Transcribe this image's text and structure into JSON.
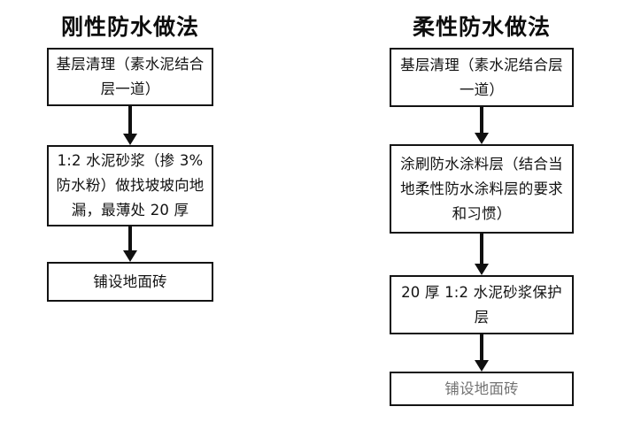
{
  "diagram": {
    "type": "flowchart",
    "background_color": "#ffffff",
    "line_color": "#101010",
    "text_color": "#121212",
    "columns": [
      {
        "id": "rigid",
        "title": "刚性防水做法",
        "steps": [
          {
            "id": "l1",
            "text": "基层清理（素水泥结合层一道）"
          },
          {
            "id": "l2",
            "text": "1:2 水泥砂浆（掺 3% 防水粉）做找坡坡向地漏，最薄处 20 厚"
          },
          {
            "id": "l3",
            "text": "铺设地面砖"
          }
        ],
        "connectors": [
          {
            "id": "arrow-l1",
            "from": "l1",
            "to": "l2",
            "direction": "down"
          },
          {
            "id": "arrow-l2",
            "from": "l2",
            "to": "l3",
            "direction": "down"
          }
        ]
      },
      {
        "id": "flexible",
        "title": "柔性防水做法",
        "steps": [
          {
            "id": "r1",
            "text": "基层清理（素水泥结合层一道）"
          },
          {
            "id": "r2",
            "text": "涂刷防水涂料层（结合当地柔性防水涂料层的要求和习惯）"
          },
          {
            "id": "r3",
            "text": "20 厚 1:2 水泥砂浆保护层"
          },
          {
            "id": "r4",
            "text": "铺设地面砖"
          }
        ],
        "connectors": [
          {
            "id": "arrow-r1",
            "from": "r1",
            "to": "r2",
            "direction": "down"
          },
          {
            "id": "arrow-r2",
            "from": "r2",
            "to": "r3",
            "direction": "down"
          },
          {
            "id": "arrow-r3",
            "from": "r3",
            "to": "r4",
            "direction": "down"
          }
        ]
      }
    ]
  }
}
